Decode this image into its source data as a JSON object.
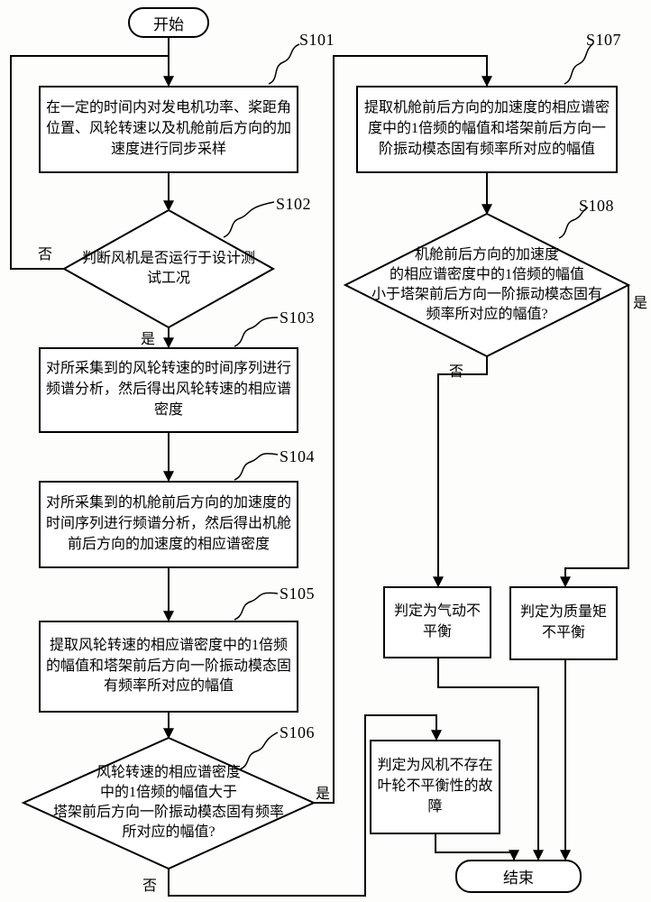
{
  "diagram": {
    "kind": "flowchart",
    "language": "zh",
    "nodes": {
      "start": {
        "type": "terminal",
        "label": "开始"
      },
      "s101": {
        "step": "S101",
        "type": "process",
        "text": "在一定的时间内对发电机功率、桨距角位置、风轮转速以及机舱前后方向的加速度进行同步采样"
      },
      "s102": {
        "step": "S102",
        "type": "decision",
        "text": "判断风机是否运行于设计测\n试工况"
      },
      "s103": {
        "step": "S103",
        "type": "process",
        "text": "对所采集到的风轮转速的时间序列进行频谱分析，然后得出风轮转速的相应谱密度"
      },
      "s104": {
        "step": "S104",
        "type": "process",
        "text": "对所采集到的机舱前后方向的加速度的时间序列进行频谱分析，然后得出机舱前后方向的加速度的相应谱密度"
      },
      "s105": {
        "step": "S105",
        "type": "process",
        "text": "提取风轮转速的相应谱密度中的1倍频的幅值和塔架前后方向一阶振动模态固有频率所对应的幅值"
      },
      "s106": {
        "step": "S106",
        "type": "decision",
        "text": "风轮转速的相应谱密度\n中的1倍频的幅值大于\n塔架前后方向一阶振动模态固有频率\n所对应的幅值?"
      },
      "s107": {
        "step": "S107",
        "type": "process",
        "text": "提取机舱前后方向的加速度的相应谱密度中的1倍频的幅值和塔架前后方向一阶振动模态固有频率所对应的幅值"
      },
      "s108": {
        "step": "S108",
        "type": "decision",
        "text": "机舱前后方向的加速度\n的相应谱密度中的1倍频的幅值\n小于塔架前后方向一阶振动模态固有\n频率所对应的幅值?"
      },
      "aero": {
        "type": "process",
        "text": "判定为气动不平衡"
      },
      "mass": {
        "type": "process",
        "text": "判定为质量矩不平衡"
      },
      "nofault": {
        "type": "process",
        "text": "判定为风机不存在叶轮不平衡性的故障"
      },
      "end": {
        "type": "terminal",
        "label": "结束"
      }
    },
    "branch_labels": {
      "s102_no": "否",
      "s102_yes": "是",
      "s106_yes": "是",
      "s106_no": "否",
      "s108_no": "否",
      "s108_yes": "是"
    },
    "colors": {
      "stroke": "#000000",
      "background": "#fdfdfc"
    }
  }
}
